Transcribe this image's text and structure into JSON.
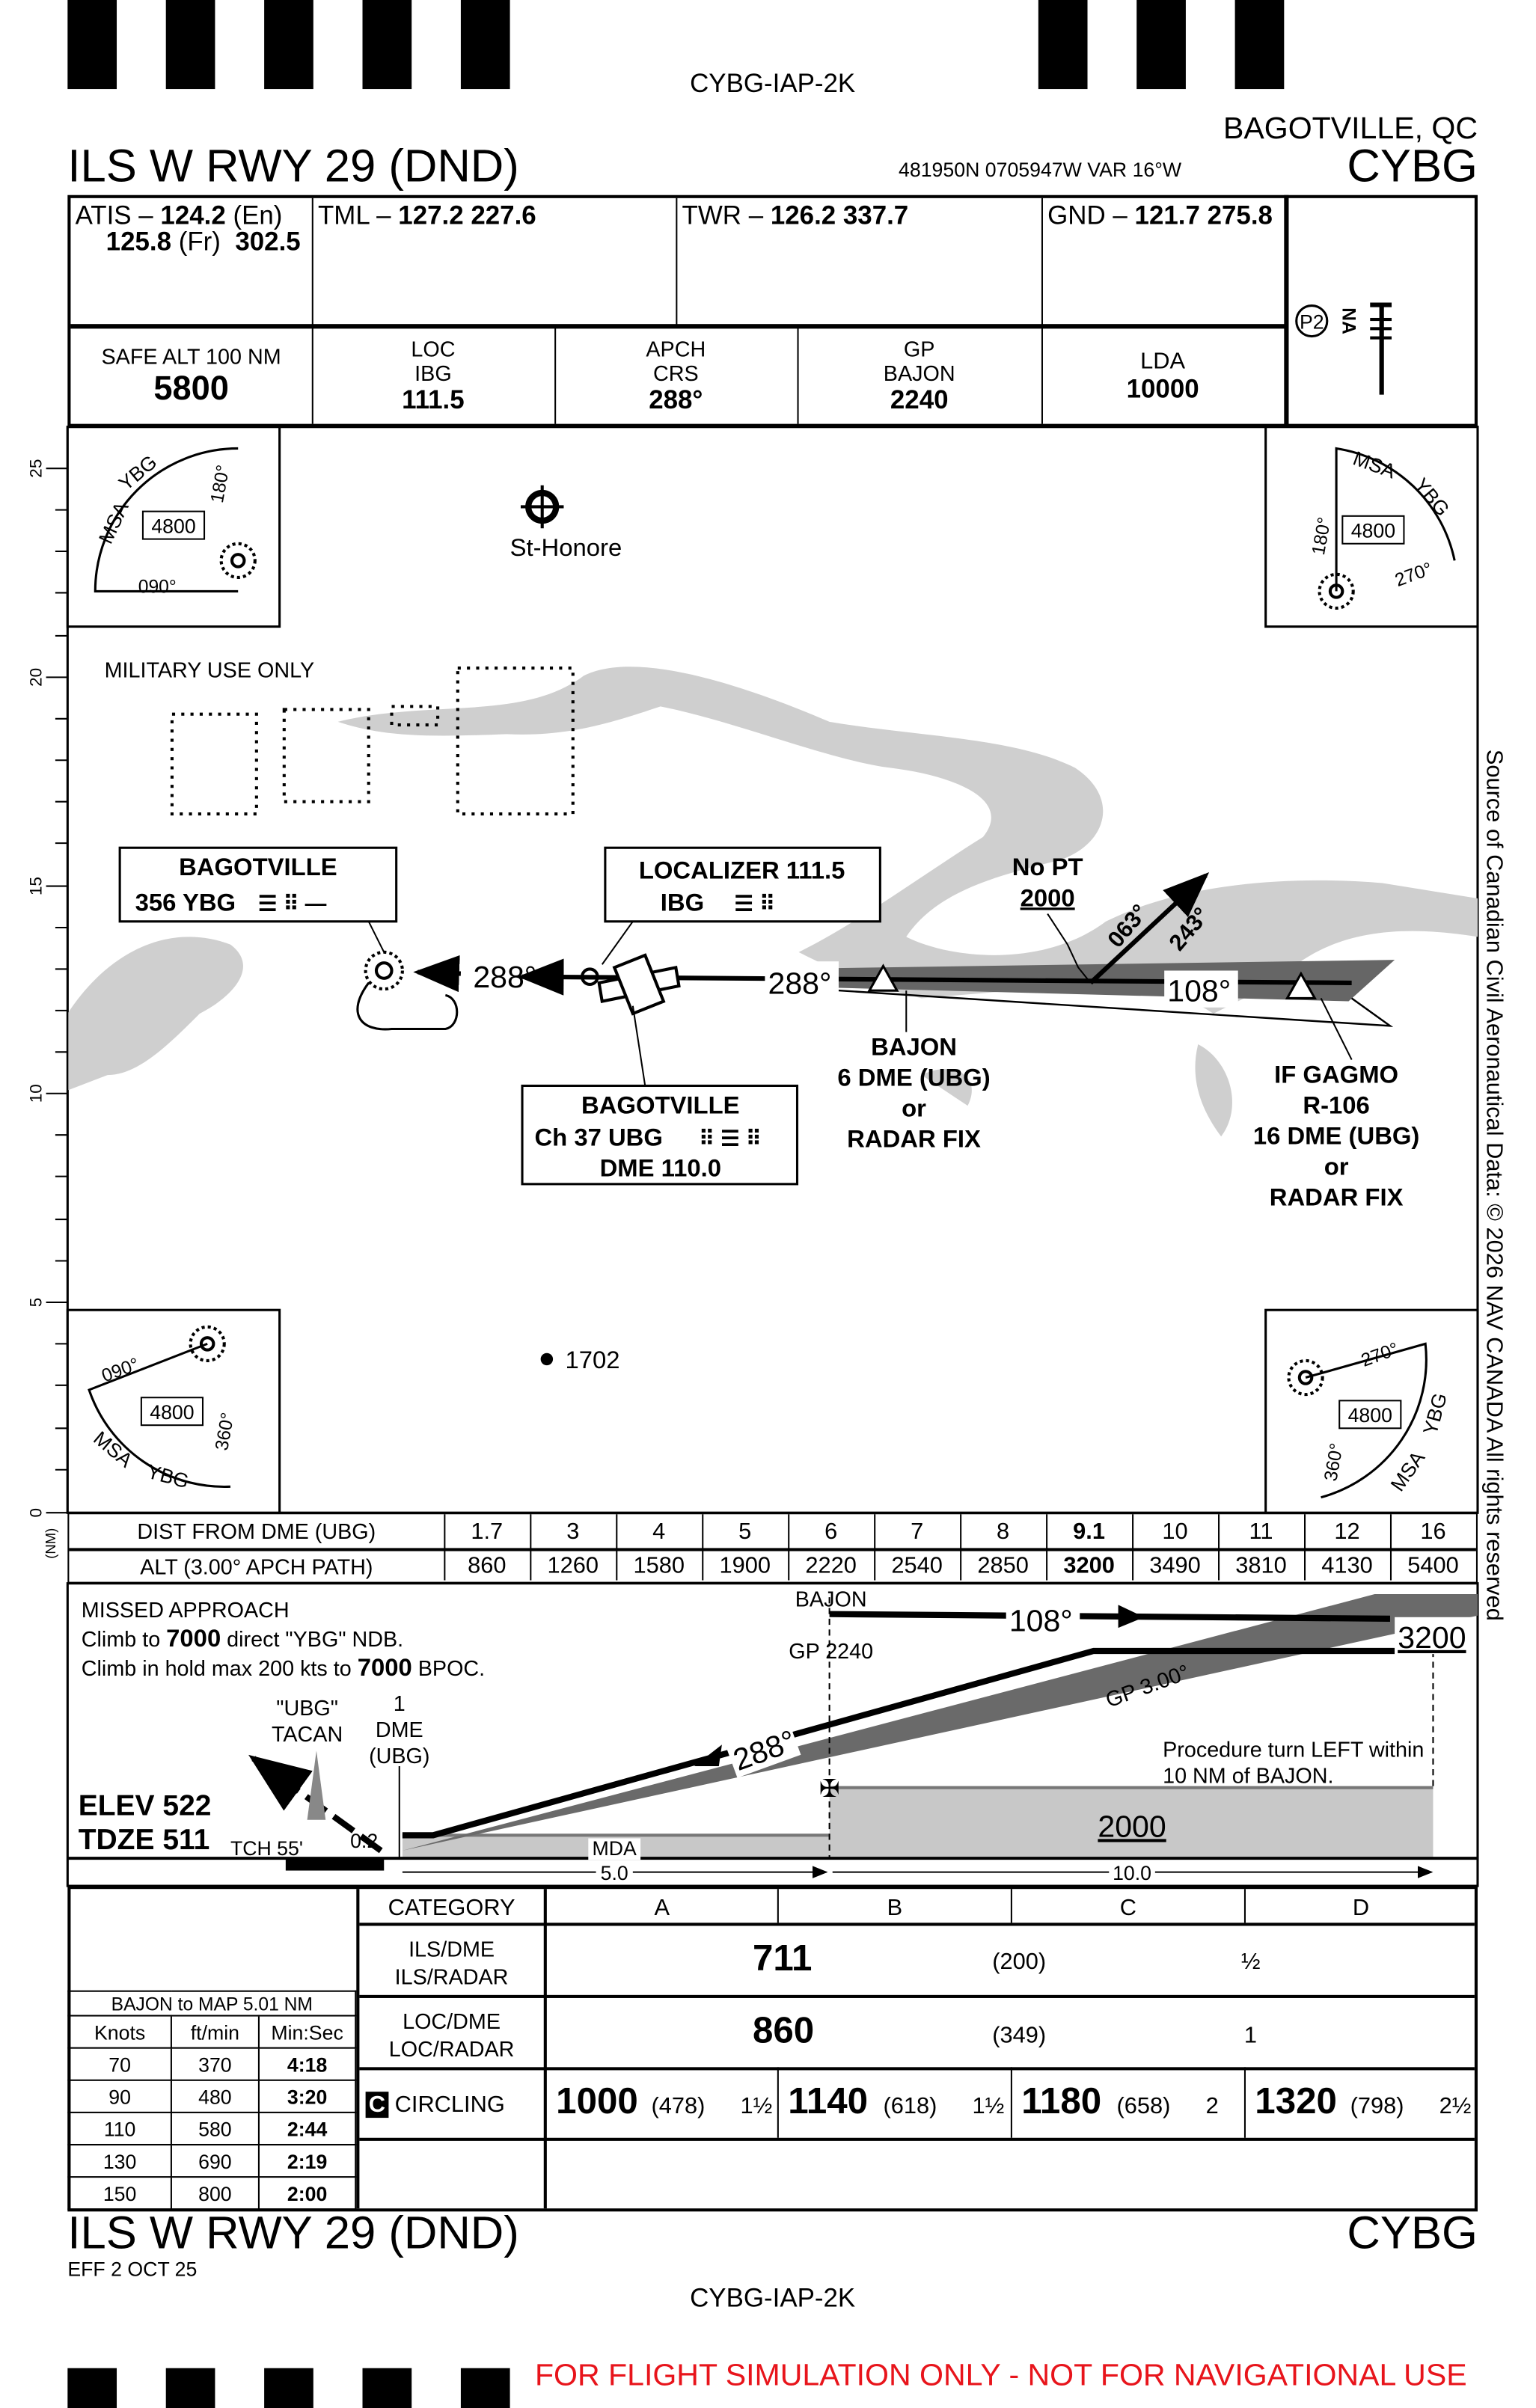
{
  "header": {
    "chart_id": "CYBG-IAP-2K",
    "city": "BAGOTVILLE, QC",
    "title": "ILS W RWY 29 (DND)",
    "ident": "CYBG",
    "coords": "481950N  0705947W  VAR 16°W"
  },
  "comms": {
    "atis_label": "ATIS –",
    "atis_en": "124.2",
    "atis_en_tag": "(En)",
    "atis_fr": "125.8",
    "atis_fr_tag": "(Fr)",
    "atis_uhf": "302.5",
    "tml_label": "TML –",
    "tml_freqs": "127.2  227.6",
    "twr_label": "TWR –",
    "twr_freqs": "126.2  337.7",
    "gnd_label": "GND –",
    "gnd_freqs": "121.7  275.8"
  },
  "briefing": {
    "safe_alt_label": "SAFE ALT 100 NM",
    "safe_alt": "5800",
    "loc_label": "LOC",
    "loc_ident": "IBG",
    "loc_freq": "111.5",
    "apch_label": "APCH",
    "crs_label": "CRS",
    "apch_crs": "288°",
    "gp_label": "GP",
    "gp_fix": "BAJON",
    "gp_alt": "2240",
    "lda_label": "LDA",
    "lda": "10000",
    "p2": "P2",
    "na": "NA"
  },
  "plan": {
    "scale_labels": [
      "25",
      "20",
      "15",
      "10",
      "5",
      "0"
    ],
    "nm": "(NM)",
    "military": "MILITARY USE ONLY",
    "st_honore": "St-Honore",
    "spot_elev": "1702",
    "ndb_box": {
      "name": "BAGOTVILLE",
      "ident": "356 YBG"
    },
    "loc_box": {
      "name": "LOCALIZER 111.5",
      "ident": "IBG"
    },
    "tacan_box": {
      "name": "BAGOTVILLE",
      "ch": "Ch 37 UBG",
      "dme": "DME 110.0"
    },
    "crs_288_a": "288°",
    "crs_288_b": "288°",
    "crs_108": "108°",
    "r063": "063°",
    "r243": "243°",
    "no_pt": "No PT",
    "no_pt_alt": "2000",
    "bajon": [
      "BAJON",
      "6 DME (UBG)",
      "or",
      "RADAR FIX"
    ],
    "gagmo": [
      "IF GAGMO",
      "R-106",
      "16 DME (UBG)",
      "or",
      "RADAR FIX"
    ],
    "msa": {
      "alt": "4800",
      "name": "MSA",
      "fix": "YBG",
      "b180": "180°",
      "b090": "090°",
      "b270": "270°",
      "b360": "360°"
    }
  },
  "copyright": "Source of Canadian Civil Aeronautical Data: © 2026 NAV CANADA All rights reserved",
  "profile_table": {
    "dist_label": "DIST FROM DME (UBG)",
    "alt_label": "ALT (3.00° APCH PATH)",
    "dist": [
      "1.7",
      "3",
      "4",
      "5",
      "6",
      "7",
      "8",
      "9.1",
      "10",
      "11",
      "12",
      "16"
    ],
    "alt": [
      "860",
      "1260",
      "1580",
      "1900",
      "2220",
      "2540",
      "2850",
      "3200",
      "3490",
      "3810",
      "4130",
      "5400"
    ]
  },
  "profile": {
    "missed_title": "MISSED APPROACH",
    "missed_1a": "Climb to ",
    "missed_1b": "7000",
    "missed_1c": " direct \"YBG\" NDB.",
    "missed_2a": "Climb in hold max 200 kts to ",
    "missed_2b": "7000",
    "missed_2c": " BPOC.",
    "bajon": "BAJON",
    "gp": "GP 2240",
    "crs108": "108°",
    "alt3200": "3200",
    "gp_angle": "GP 3.00°",
    "crs288": "288°",
    "tacan1": "\"UBG\"",
    "tacan2": "TACAN",
    "dme1": "1",
    "dme2": "DME",
    "dme3": "(UBG)",
    "pt1": "Procedure turn LEFT within",
    "pt2": "10 NM of BAJON.",
    "elev": "ELEV  522",
    "tdze": "TDZE  511",
    "tch": "TCH 55'",
    "d02": "0.2",
    "mda": "MDA",
    "alt2000": "2000",
    "dist5": "5.0",
    "dist10": "10.0"
  },
  "minima": {
    "category": "CATEGORY",
    "cats": [
      "A",
      "B",
      "C",
      "D"
    ],
    "ils_label1": "ILS/DME",
    "ils_label2": "ILS/RADAR",
    "ils_da": "711",
    "ils_hat": "(200)",
    "ils_vis": "½",
    "loc_label1": "LOC/DME",
    "loc_label2": "LOC/RADAR",
    "loc_mda": "860",
    "loc_hat": "(349)",
    "loc_vis": "1",
    "circ_badge": "C",
    "circ_label": "CIRCLING",
    "circling": [
      {
        "mda": "1000",
        "hat": "(478)",
        "vis": "1½"
      },
      {
        "mda": "1140",
        "hat": "(618)",
        "vis": "1½"
      },
      {
        "mda": "1180",
        "hat": "(658)",
        "vis": "2"
      },
      {
        "mda": "1320",
        "hat": "(798)",
        "vis": "2½"
      }
    ]
  },
  "timing": {
    "title": "BAJON to MAP 5.01 NM",
    "headers": [
      "Knots",
      "ft/min",
      "Min:Sec"
    ],
    "rows": [
      [
        "70",
        "370",
        "4:18"
      ],
      [
        "90",
        "480",
        "3:20"
      ],
      [
        "110",
        "580",
        "2:44"
      ],
      [
        "130",
        "690",
        "2:19"
      ],
      [
        "150",
        "800",
        "2:00"
      ]
    ]
  },
  "footer": {
    "title": "ILS W RWY 29 (DND)",
    "ident": "CYBG",
    "eff": "EFF 2 OCT 25",
    "chart_id": "CYBG-IAP-2K",
    "disclaimer": "FOR FLIGHT SIMULATION ONLY - NOT FOR NAVIGATIONAL USE",
    "disclaimer_color": "#e8141b"
  }
}
